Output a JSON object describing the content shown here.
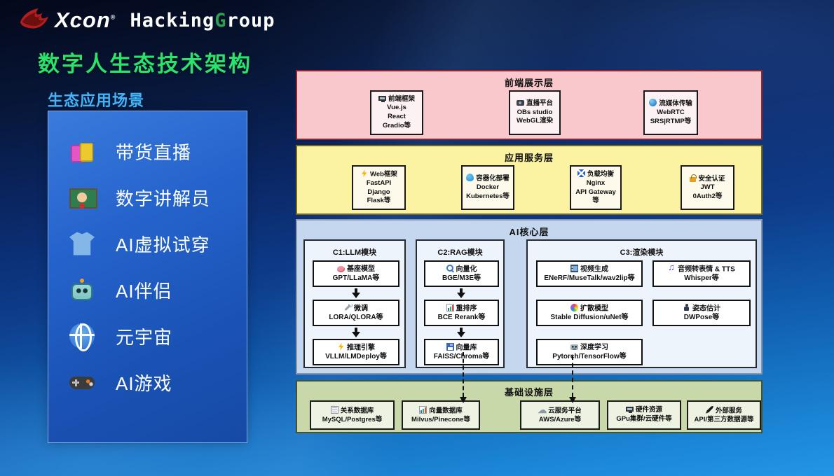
{
  "header": {
    "logo_text": "Xcon",
    "logo_reg": "®",
    "brand": {
      "part1": "Hacking",
      "g": "G",
      "part2": "roup"
    },
    "title": "数字人生态技术架构"
  },
  "colors": {
    "title_green": "#2ae36b",
    "sidebar_heading_blue": "#41b3f6",
    "brand_g_green": "#2e9e53",
    "layer_frontend_pink": "#f9c8cd",
    "layer_app_yellow": "#fbf2a2",
    "layer_ai_blue": "#c5d7ee",
    "layer_infra_green": "#c8d8a9"
  },
  "sidebar": {
    "heading": "生态应用场景",
    "items": [
      {
        "icon": "shopping-bags-icon",
        "label": "带货直播"
      },
      {
        "icon": "teacher-icon",
        "label": "数字讲解员"
      },
      {
        "icon": "tshirt-icon",
        "label": "AI虚拟试穿"
      },
      {
        "icon": "robot-icon",
        "label": "AI伴侣"
      },
      {
        "icon": "globe-icon",
        "label": "元宇宙"
      },
      {
        "icon": "gamepad-icon",
        "label": "AI游戏"
      }
    ]
  },
  "diagram": {
    "frontend": {
      "title": "前端展示层",
      "boxes": [
        {
          "icon": "monitor-icon",
          "title": "前端框架",
          "lines": [
            "Vue.js",
            "React",
            "Gradio等"
          ]
        },
        {
          "icon": "video-camera-icon",
          "title": "直播平台",
          "lines": [
            "OBs studio",
            "WebGL渲染"
          ]
        },
        {
          "icon": "blue-circle-icon",
          "title": "流媒体传输",
          "lines": [
            "WebRTC",
            "SRS|RTMP等"
          ]
        }
      ]
    },
    "app": {
      "title": "应用服务层",
      "boxes": [
        {
          "icon": "lightning-icon",
          "title": "Web框架",
          "lines": [
            "FastAPI",
            "Django",
            "Flask等"
          ]
        },
        {
          "icon": "docker-whale-icon",
          "title": "容器化部署",
          "lines": [
            "Docker",
            "Kubernetes等"
          ]
        },
        {
          "icon": "shuffle-icon",
          "title": "负载均衡",
          "lines": [
            "Nginx",
            "API Gateway等"
          ]
        },
        {
          "icon": "lock-icon",
          "title": "安全认证",
          "lines": [
            "JWT",
            "0Auth2等"
          ]
        }
      ]
    },
    "ai_core": {
      "title": "AI核心层",
      "modules": [
        {
          "title": "C1:LLM模块",
          "boxes": [
            {
              "icon": "brain-icon",
              "title": "基座模型",
              "subtitle": "GPT/LLaMA等"
            },
            {
              "icon": "wrench-icon",
              "title": "微调",
              "subtitle": "LORA/QLORA等"
            },
            {
              "icon": "lightning-icon",
              "title": "推理引擎",
              "subtitle": "VLLM/LMDeploy等"
            }
          ]
        },
        {
          "title": "C2:RAG模块",
          "boxes": [
            {
              "icon": "search-icon",
              "title": "向量化",
              "subtitle": "BGE/M3E等"
            },
            {
              "icon": "bar-chart-icon",
              "title": "重排序",
              "subtitle": "BCE Rerank等"
            },
            {
              "icon": "disk-icon",
              "title": "向量库",
              "subtitle": "FAISS/Chroma等"
            }
          ]
        },
        {
          "title": "C3:渲染模块",
          "boxes": [
            {
              "icon": "film-icon",
              "title": "视频生成",
              "subtitle": "ENeRF/MuseTalk/wav2lip等"
            },
            {
              "icon": "music-notes-icon",
              "title": "音频转表情 & TTS",
              "subtitle": "Whisper等"
            },
            {
              "icon": "palette-icon",
              "title": "扩散模型",
              "subtitle": "Stable Diffusion/uNet等"
            },
            {
              "icon": "person-pose-icon",
              "title": "姿态估计",
              "subtitle": "DWPose等"
            },
            {
              "icon": "robot-face-icon",
              "title": "深度学习",
              "subtitle": "Pytorch/TensorFlow等"
            }
          ]
        }
      ]
    },
    "infrastructure": {
      "title": "基础设施层",
      "boxes": [
        {
          "icon": "table-card-icon",
          "title": "关系数据库",
          "subtitle": "MySQL/Postgres等"
        },
        {
          "icon": "bar-chart-icon",
          "title": "向量数据库",
          "subtitle": "Milvus/Pinecone等"
        },
        {
          "icon": "cloud-icon",
          "title": "云服务平台",
          "subtitle": "AWS/Azure等"
        },
        {
          "icon": "hardware-monitor-icon",
          "title": "硬件资源",
          "subtitle": "GPu集群/云硬件等"
        },
        {
          "icon": "pen-icon",
          "title": "外部服务",
          "subtitle": "API/第三方数据源等"
        }
      ]
    }
  }
}
